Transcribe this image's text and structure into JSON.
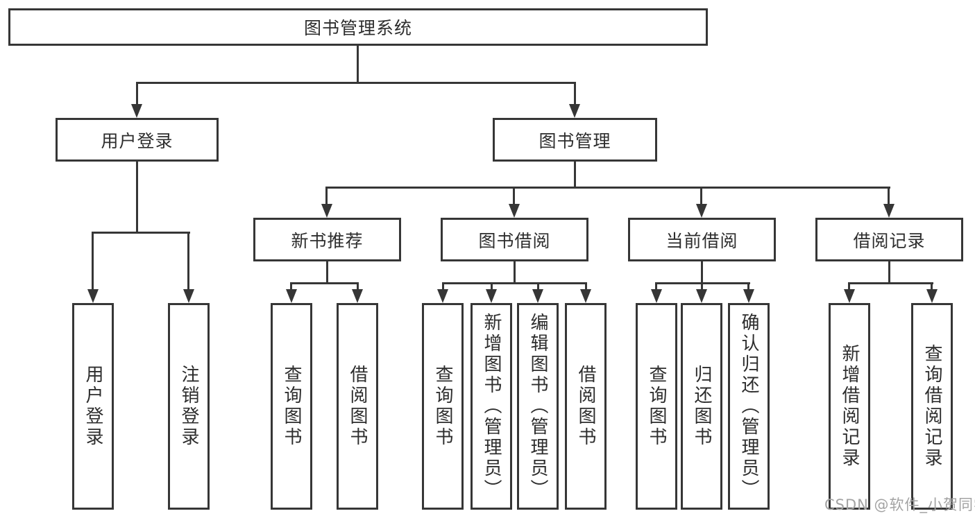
{
  "diagram": {
    "root": {
      "label": "图书管理系统"
    },
    "children": [
      {
        "label": "用户登录",
        "children": [
          {
            "label": "用户登录"
          },
          {
            "label": "注销登录"
          }
        ]
      },
      {
        "label": "图书管理",
        "children": [
          {
            "label": "新书推荐",
            "children": [
              {
                "label": "查询图书"
              },
              {
                "label": "借阅图书"
              }
            ]
          },
          {
            "label": "图书借阅",
            "children": [
              {
                "label": "查询图书"
              },
              {
                "label": "新增图书（管理员）"
              },
              {
                "label": "编辑图书（管理员）"
              },
              {
                "label": "借阅图书"
              }
            ]
          },
          {
            "label": "当前借阅",
            "children": [
              {
                "label": "查询图书"
              },
              {
                "label": "归还图书"
              },
              {
                "label": "确认归还（管理员）"
              }
            ]
          },
          {
            "label": "借阅记录",
            "children": [
              {
                "label": "新增借阅记录"
              },
              {
                "label": "查询借阅记录"
              }
            ]
          }
        ]
      }
    ]
  },
  "watermark": {
    "text": "CSDN @软件_小贺同学"
  },
  "colors": {
    "line": "#363636",
    "text": "#2d2d2d",
    "watermark": "#a3a3a3",
    "background": "#ffffff"
  }
}
